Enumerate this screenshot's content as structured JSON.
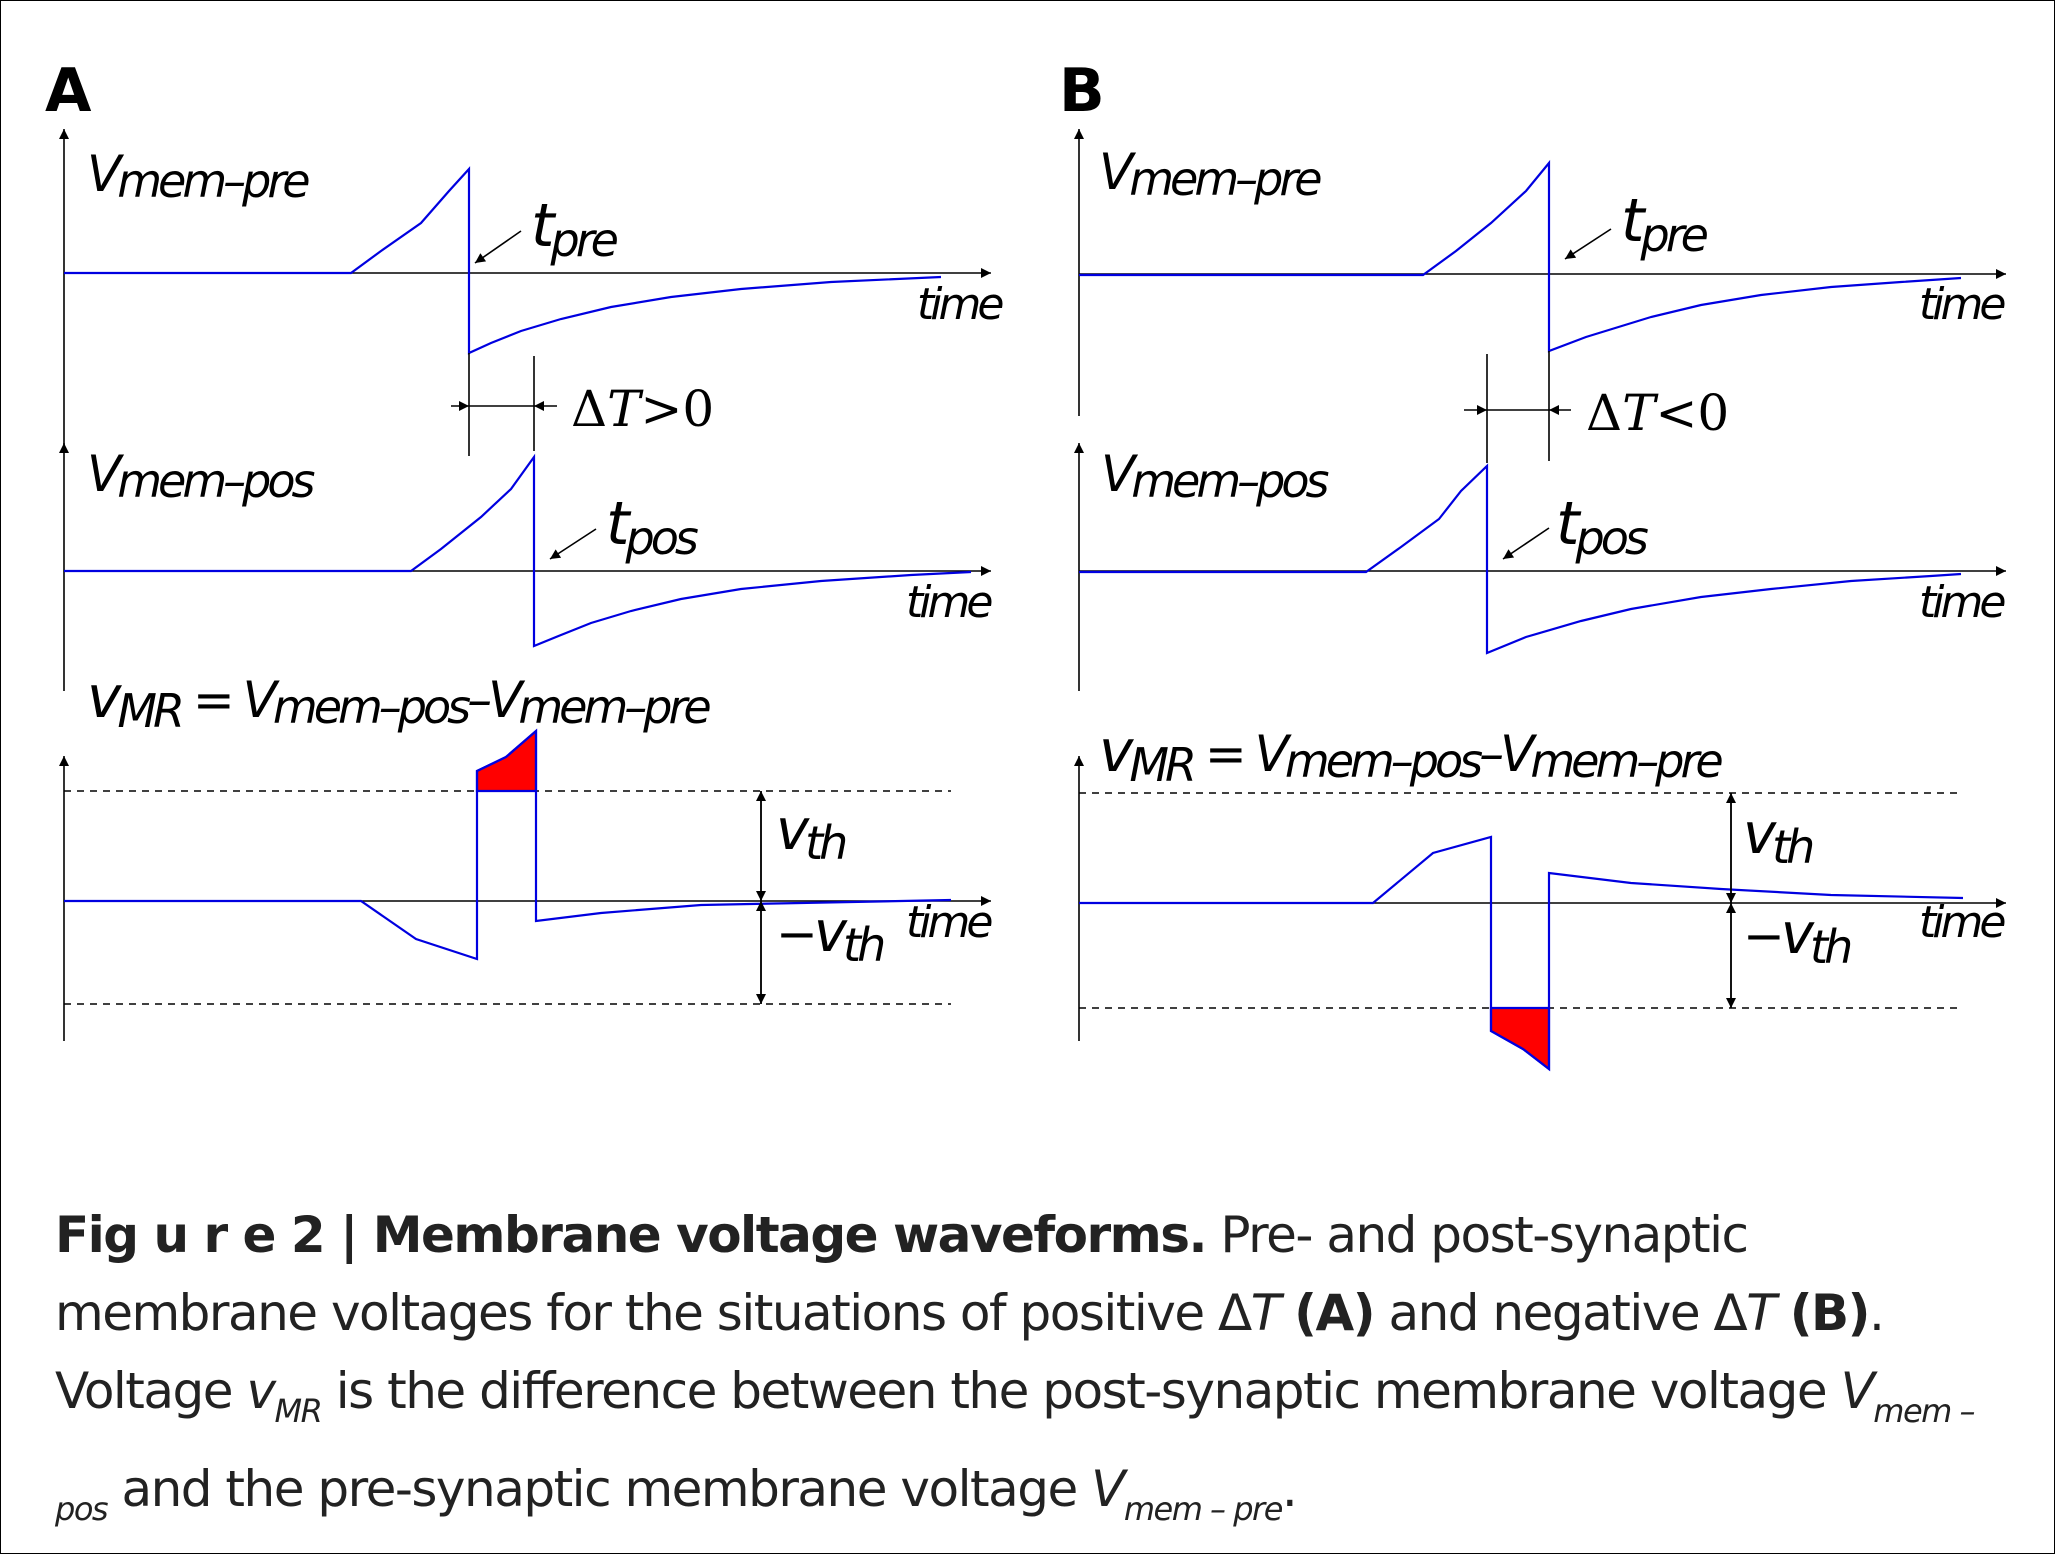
{
  "panels": {
    "a": {
      "letter": "A",
      "delta_sign": ">0"
    },
    "b": {
      "letter": "B",
      "delta_sign": "<0"
    }
  },
  "labels": {
    "V": "V",
    "mem_pre": "mem–pre",
    "mem_pos": "mem–pos",
    "t": "t",
    "pre": "pre",
    "pos": "pos",
    "delta": "Δ",
    "T": "T",
    "time": "time",
    "v": "v",
    "MR": "MR",
    "equals": " = ",
    "minus": "–",
    "th": "th",
    "neg": "−"
  },
  "caption": {
    "label": "Fig u r e 2 | Membrane voltage waveforms.",
    "t1": " Pre- and post-synaptic membrane voltages for the situations of positive ",
    "delta": "Δ",
    "T": "T",
    "a": "(A)",
    "t2": " and negative ",
    "b": "(B)",
    "t3": ". Voltage ",
    "v": "v",
    "MR": "MR",
    "t4": " is the difference between the post-synaptic membrane voltage ",
    "V": "V",
    "mem_pos": "mem – pos",
    "t5": " and the pre-synaptic membrane voltage ",
    "mem_pre": "mem – pre",
    "t6": "."
  },
  "colors": {
    "waveform": "#0000e0",
    "overlap_fill": "#ff0000",
    "axis": "#000000"
  }
}
